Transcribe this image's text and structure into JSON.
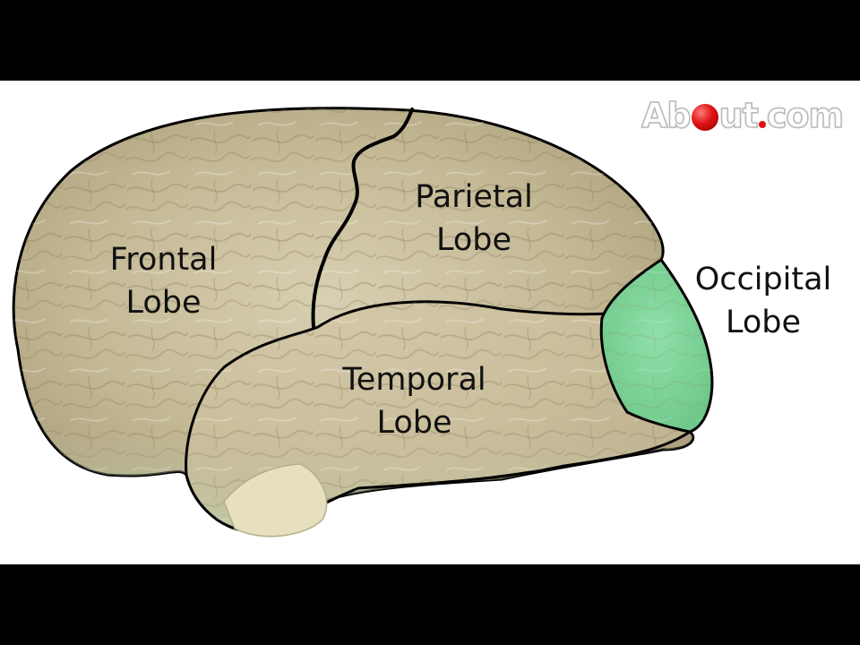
{
  "labels": {
    "frontal": [
      "Frontal",
      "Lobe"
    ],
    "parietal": [
      "Parietal",
      "Lobe"
    ],
    "temporal": [
      "Temporal",
      "Lobe"
    ],
    "occipital": [
      "Occipital",
      "Lobe"
    ]
  },
  "logo": {
    "before": "Ab",
    "middle": "ut",
    "after": "com",
    "icon": "red-ball-icon"
  },
  "colors": {
    "brain_base": "#c9c0a4",
    "occipital_highlight": "#7fd49a",
    "outline": "#000000",
    "logo_red": "#e01313"
  }
}
